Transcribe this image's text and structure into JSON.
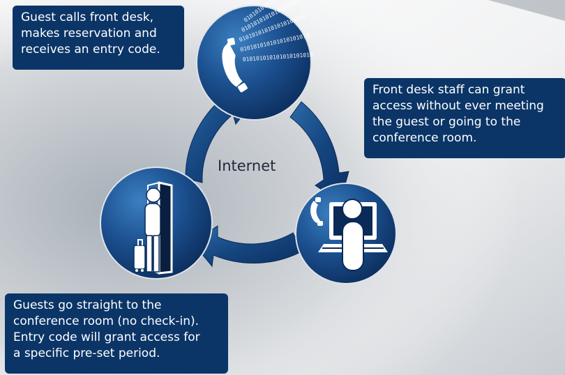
{
  "diagram": {
    "center_label": "Internet",
    "callouts": {
      "top": {
        "lines": [
          "Guest calls front desk,",
          "makes reservation and",
          "receives an entry code."
        ]
      },
      "right": {
        "lines": [
          "Front desk staff can grant",
          "access without ever meeting",
          "the guest or going to the",
          "conference room."
        ]
      },
      "bottom": {
        "lines": [
          "Guests go straight to the",
          "conference room (no check-in).",
          "Entry code will grant access for",
          "a specific pre-set period."
        ]
      }
    },
    "binary_stream": "010101010101010101010",
    "icons": {
      "top_node": "phone-handset-icon",
      "right_node": "front-desk-computer-icon",
      "left_node": "guest-at-door-icon"
    },
    "colors": {
      "callout_bg": "#0b3567",
      "node_dark": "#0a2c5a",
      "node_light": "#2f6fae",
      "background_gradient_start": "#9aa3ad",
      "background_gradient_end": "#eef0f2"
    }
  }
}
